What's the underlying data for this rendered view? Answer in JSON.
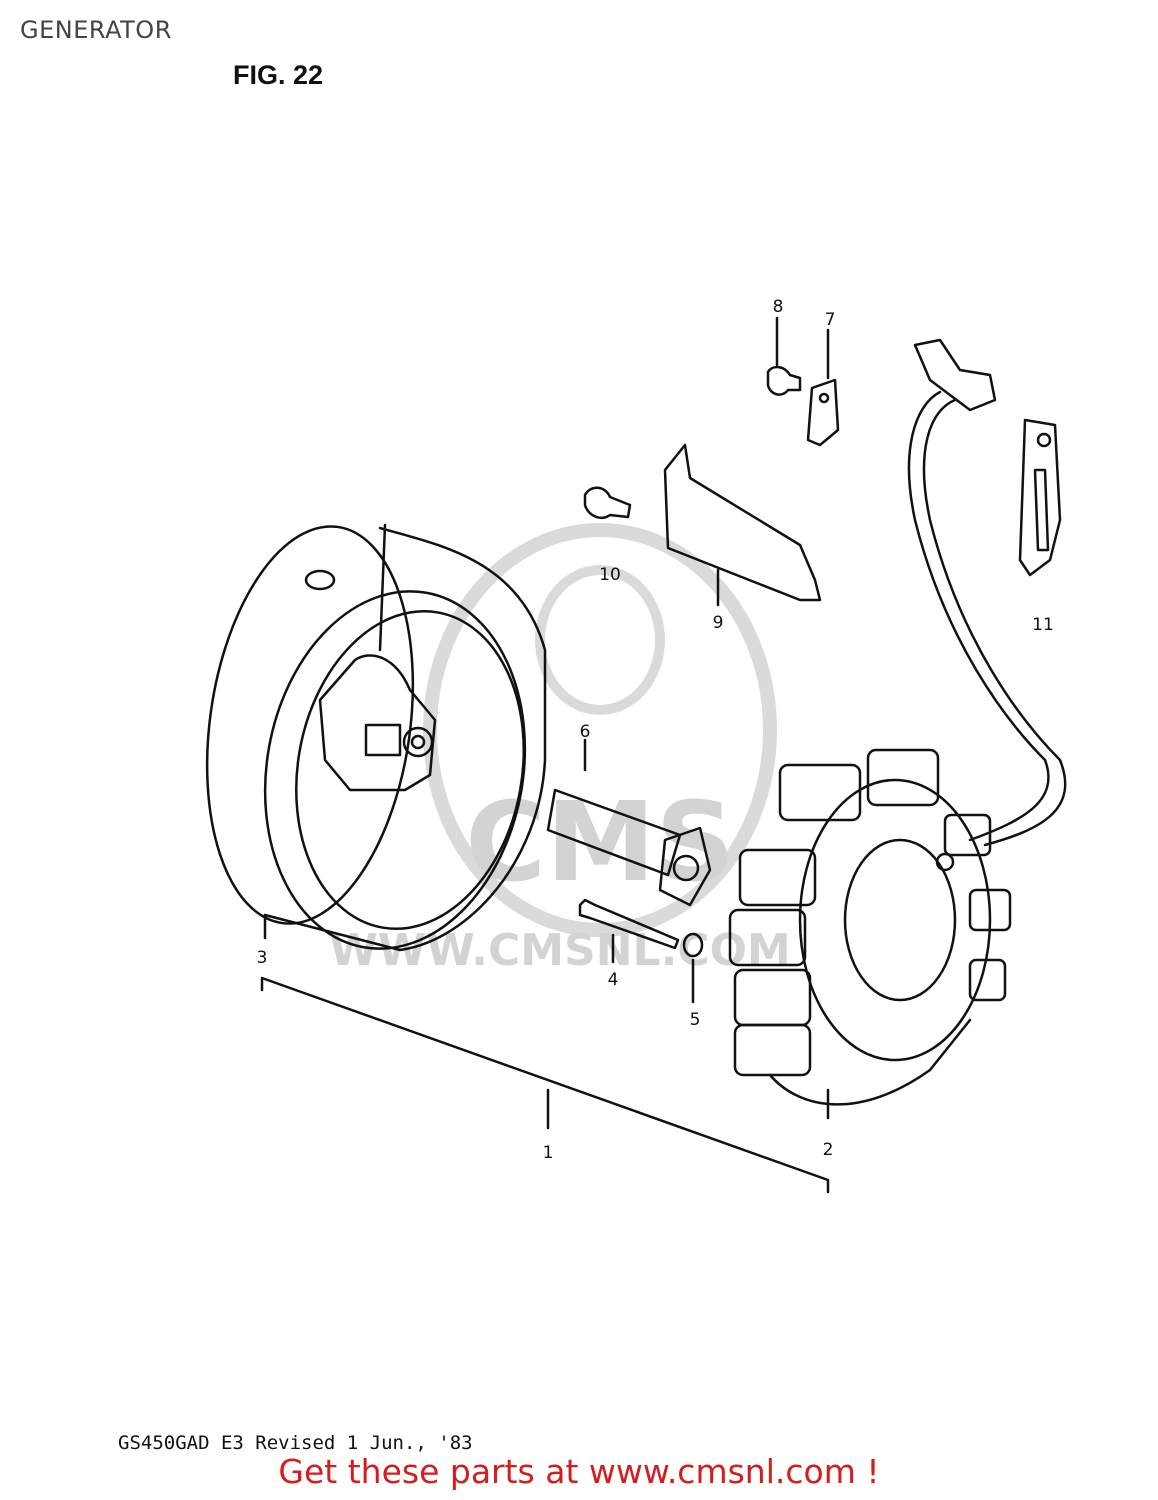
{
  "header": {
    "title": "GENERATOR",
    "figure": "FIG. 22"
  },
  "watermark": {
    "logo_text": "CMS",
    "url": "WWW.CMSNL.COM"
  },
  "callouts": [
    {
      "id": "1",
      "text": "1"
    },
    {
      "id": "2",
      "text": "2"
    },
    {
      "id": "3",
      "text": "3"
    },
    {
      "id": "4",
      "text": "4"
    },
    {
      "id": "5",
      "text": "5"
    },
    {
      "id": "6",
      "text": "6"
    },
    {
      "id": "7",
      "text": "7"
    },
    {
      "id": "8",
      "text": "8"
    },
    {
      "id": "9",
      "text": "9"
    },
    {
      "id": "10",
      "text": "10"
    },
    {
      "id": "11",
      "text": "11"
    }
  ],
  "footer": {
    "revision": "GS450GAD E3 Revised 1 Jun., '83",
    "promo": "Get these parts at www.cmsnl.com !"
  },
  "colors": {
    "line": "#111111",
    "promo": "#d41d1d",
    "watermark": "#cfcfcf"
  }
}
